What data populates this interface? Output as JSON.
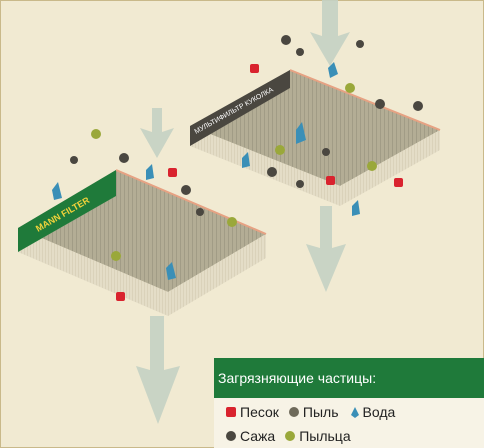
{
  "legend": {
    "title": "Загрязняющие частицы:",
    "items": [
      {
        "id": "sand",
        "label": "Песок",
        "icon": "cube-icon",
        "color": "#d9232e"
      },
      {
        "id": "dust",
        "label": "Пыль",
        "icon": "dust-particle-icon",
        "color": "#6e6a5a"
      },
      {
        "id": "water",
        "label": "Вода",
        "icon": "water-crystal-icon",
        "color": "#3a8fb7"
      },
      {
        "id": "soot",
        "label": "Сажа",
        "icon": "soot-particle-icon",
        "color": "#4a4740"
      },
      {
        "id": "pollen",
        "label": "Пыльца",
        "icon": "pollen-icon",
        "color": "#9aa83a"
      }
    ]
  },
  "filters": {
    "left_label": "MANN FILTER",
    "right_label": "МУЛЬТИФИЛЬТР КУКОЛКА"
  },
  "colors": {
    "background": "#f1ead2",
    "arrow": "#c4d2c3",
    "mann_green": "#1f7a3a",
    "filter_top": "#b3ad95",
    "filter_side": "#e4ddc7",
    "edge_accent": "#e6a283"
  }
}
